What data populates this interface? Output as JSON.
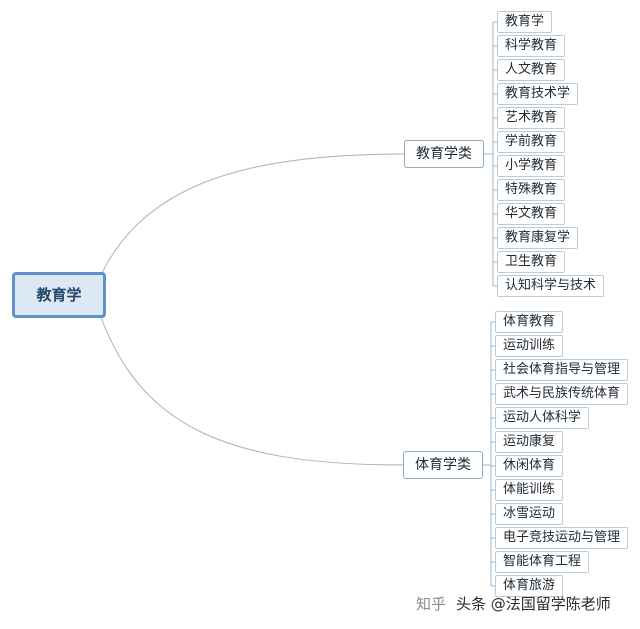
{
  "root": {
    "label": "教育学"
  },
  "branches": [
    {
      "label": "教育学类",
      "children": [
        "教育学",
        "科学教育",
        "人文教育",
        "教育技术学",
        "艺术教育",
        "学前教育",
        "小学教育",
        "特殊教育",
        "华文教育",
        "教育康复学",
        "卫生教育",
        "认知科学与技术"
      ]
    },
    {
      "label": "体育学类",
      "children": [
        "体育教育",
        "运动训练",
        "社会体育指导与管理",
        "武术与民族传统体育",
        "运动人体科学",
        "运动康复",
        "休闲体育",
        "体能训练",
        "冰雪运动",
        "电子竞技运动与管理",
        "智能体育工程",
        "体育旅游"
      ]
    }
  ],
  "watermark": {
    "site": "知乎",
    "author": "头条 @法国留学陈老师"
  },
  "colors": {
    "line": "#9fb5c4",
    "root_border": "#5d93c9",
    "root_fill": "#dce8f3",
    "node_border": "#b9ccd8"
  }
}
